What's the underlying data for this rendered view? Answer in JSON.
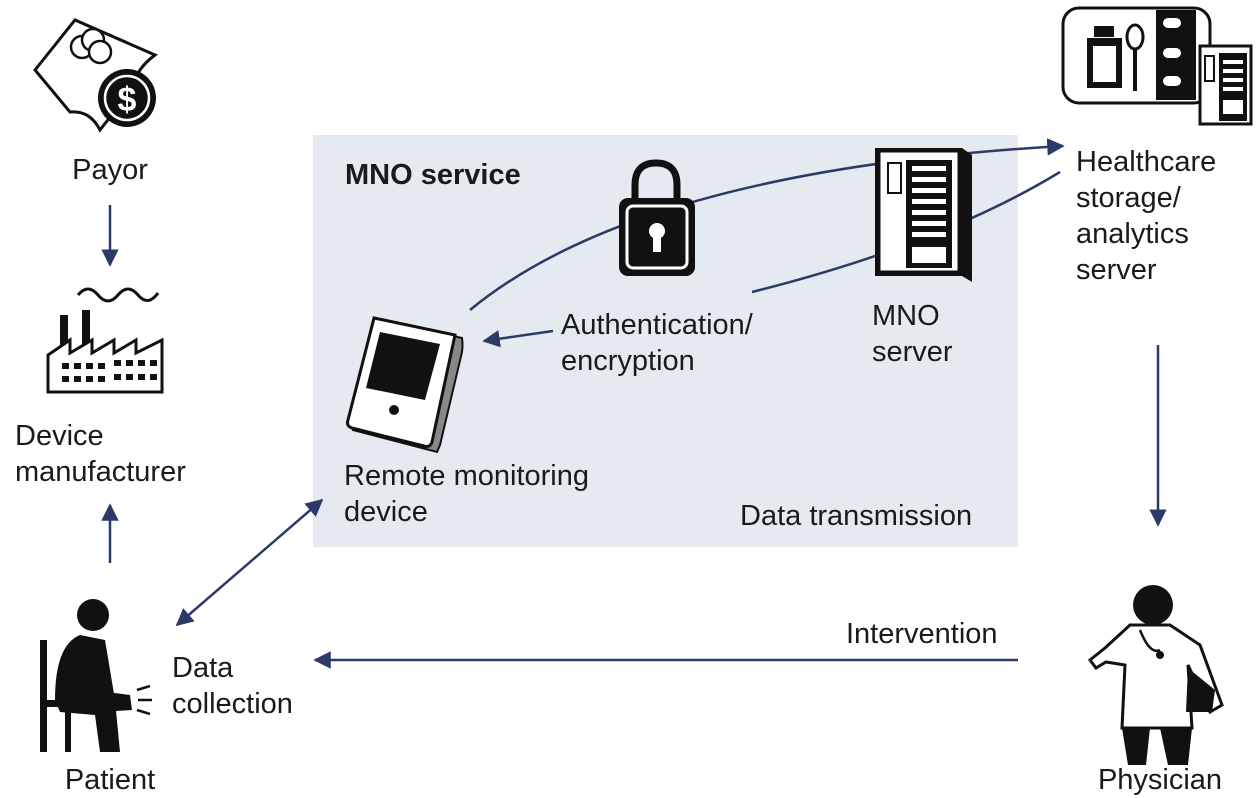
{
  "mno_box": {
    "title": "MNO service",
    "footer": "Data transmission"
  },
  "nodes": {
    "payor": "Payor",
    "device_manufacturer": [
      "Device",
      "manufacturer"
    ],
    "patient": "Patient",
    "data_collection": [
      "Data",
      "collection"
    ],
    "remote_device": [
      "Remote monitoring",
      "device"
    ],
    "auth": [
      "Authentication/",
      "encryption"
    ],
    "mno_server": [
      "MNO",
      "server"
    ],
    "healthcare_server": [
      "Healthcare",
      "storage/",
      "analytics",
      "server"
    ],
    "physician": "Physician",
    "intervention": "Intervention"
  },
  "colors": {
    "arrow": "#2b3a67",
    "box_fill": "#e5eaf1",
    "icon": "#111111"
  },
  "icons": {
    "payor": "money-dollar-icon",
    "factory": "factory-icon",
    "patient": "seated-patient-icon",
    "device": "handheld-device-icon",
    "lock": "padlock-icon",
    "mno_server": "server-rack-icon",
    "healthcare": "pharmacy-server-icon",
    "physician": "physician-icon"
  }
}
